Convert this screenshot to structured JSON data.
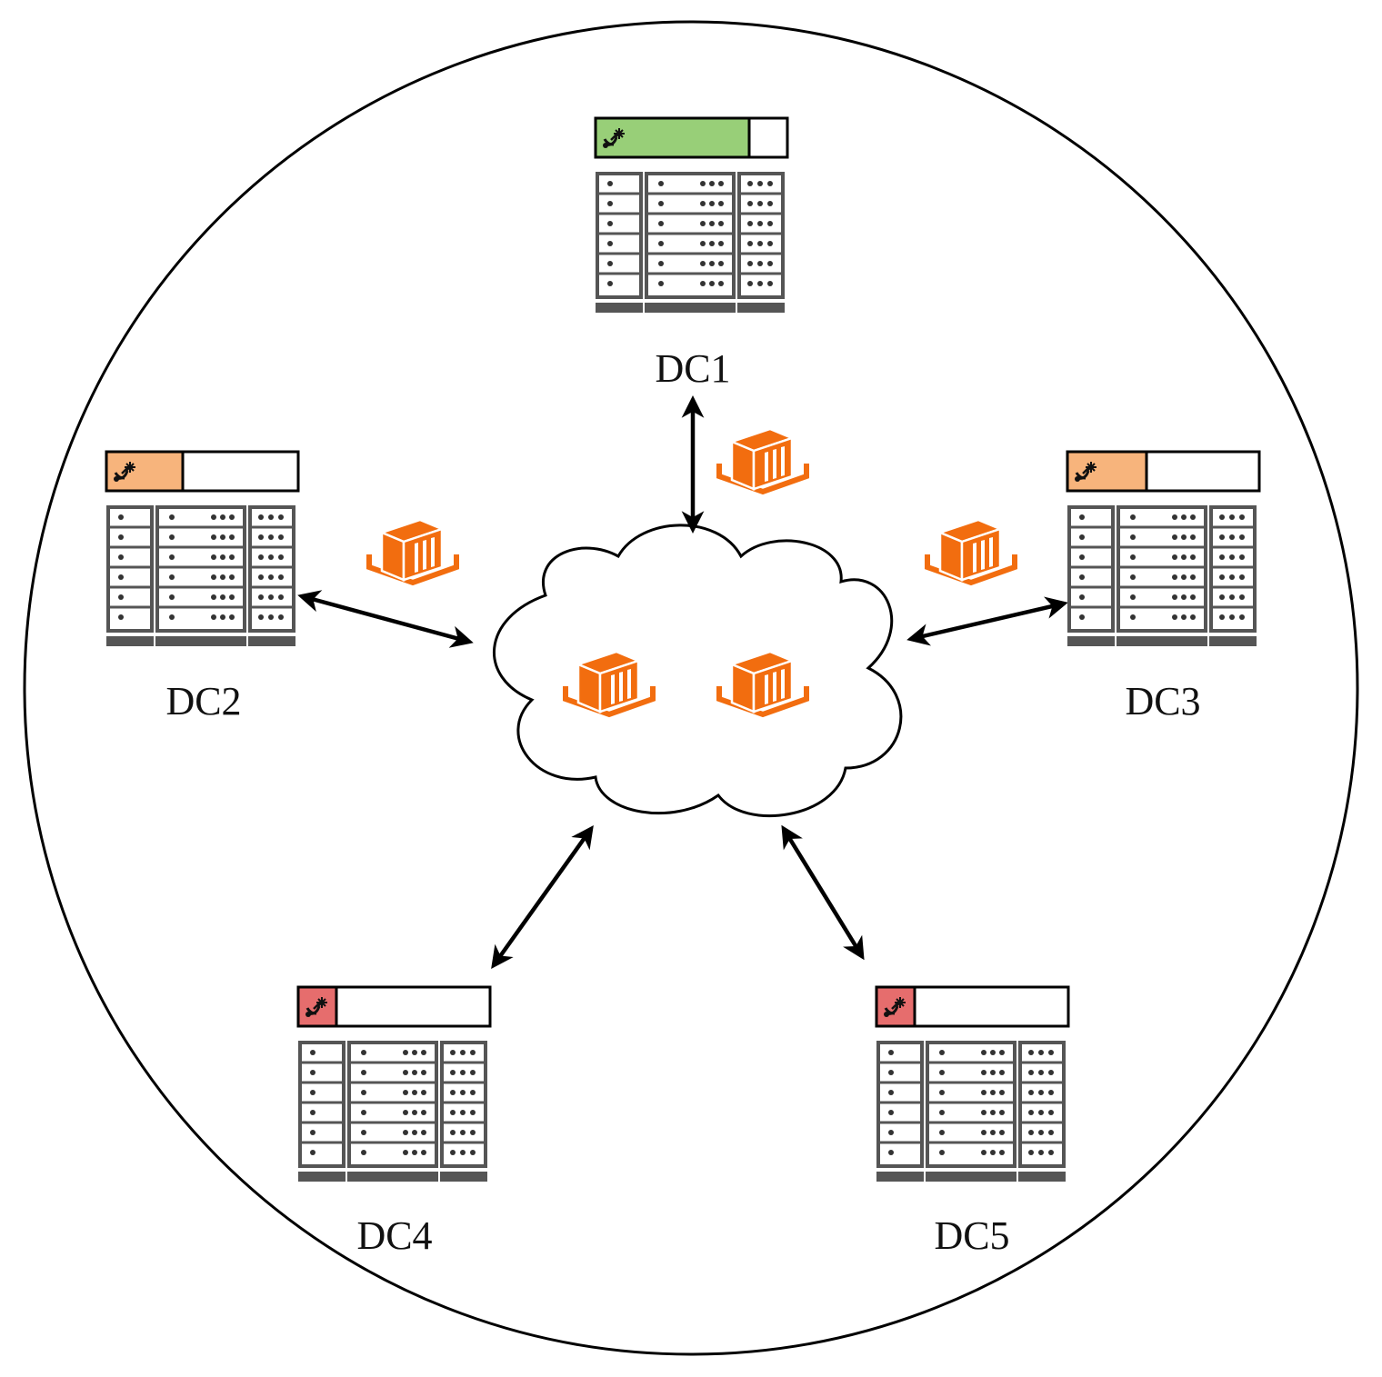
{
  "colors": {
    "outline": "#000000",
    "rack": "#555555",
    "bar_full": "#98cf78",
    "bar_mid": "#f7b47c",
    "bar_low": "#e66d6d",
    "container": "#f26d0f"
  },
  "icons": {
    "network": "cloud-icon",
    "server_rack": "server-rack-icon",
    "container": "container-icon",
    "link": "double-arrow-icon",
    "status": "satellite-dish-icon"
  },
  "datacenters": [
    {
      "id": "dc1",
      "label": "DC1",
      "load_fraction": 0.8,
      "status": "bar_full"
    },
    {
      "id": "dc2",
      "label": "DC2",
      "load_fraction": 0.4,
      "status": "bar_mid"
    },
    {
      "id": "dc3",
      "label": "DC3",
      "load_fraction": 0.41,
      "status": "bar_mid"
    },
    {
      "id": "dc4",
      "label": "DC4",
      "load_fraction": 0.2,
      "status": "bar_low"
    },
    {
      "id": "dc5",
      "label": "DC5",
      "load_fraction": 0.2,
      "status": "bar_low"
    }
  ],
  "containers": {
    "in_transit": 3,
    "in_cloud": 2
  }
}
